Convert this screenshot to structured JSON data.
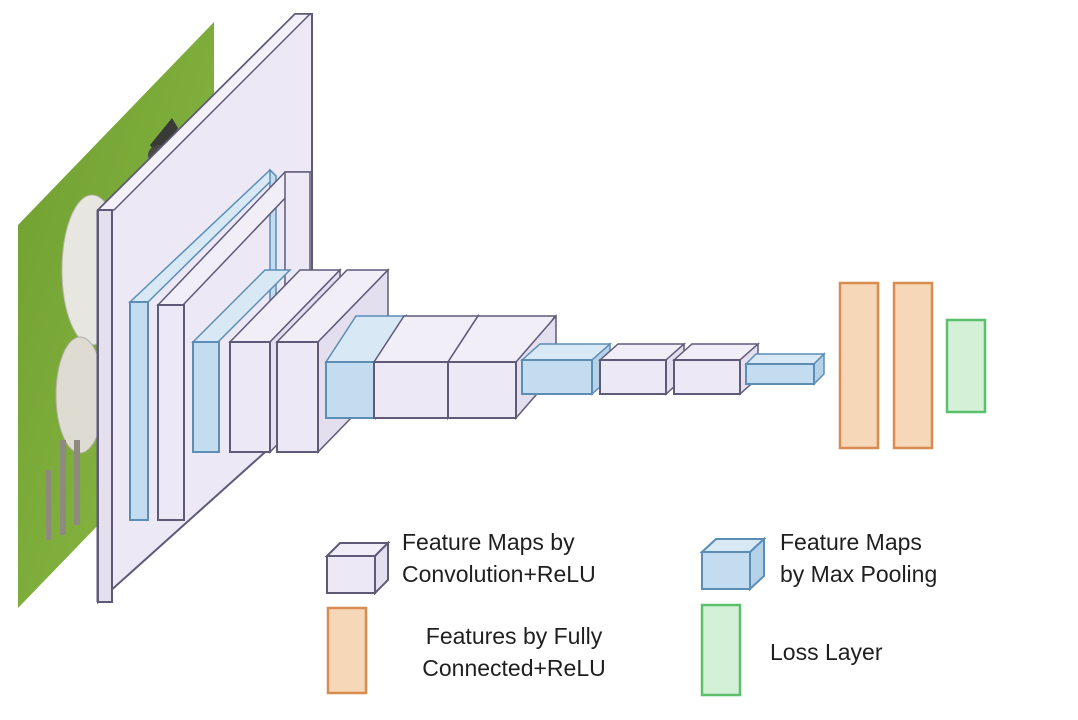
{
  "legend": {
    "conv_line1": "Feature Maps by",
    "conv_line2": "Convolution+ReLU",
    "pool_line1": "Feature Maps",
    "pool_line2": "by Max Pooling",
    "fc_line1": "Features by Fully",
    "fc_line2": "Connected+ReLU",
    "loss": "Loss Layer"
  },
  "colors": {
    "conv_face": "#ece8f5",
    "conv_edge": "#5e5a78",
    "pool_face": "#c3dcef",
    "pool_edge": "#5b8db5",
    "fc_face": "#f6d7b8",
    "fc_edge": "#d98c52",
    "loss_face": "#d4f1d7",
    "loss_edge": "#5cbf6c",
    "grass": "#7cad3c"
  },
  "icons": {
    "input_image": "sheep-photo-icon"
  }
}
